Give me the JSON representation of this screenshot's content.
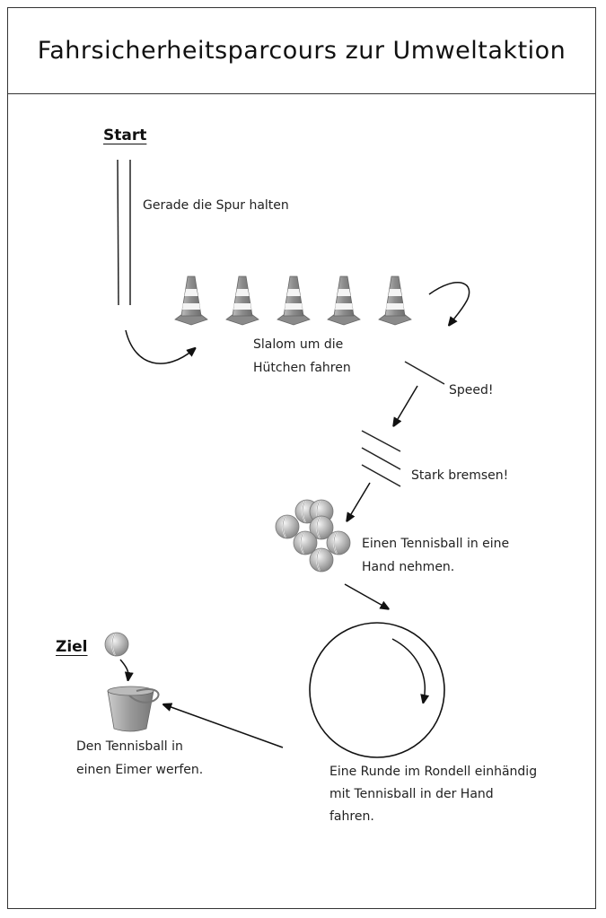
{
  "title": "Fahrsicherheitsparcours zur Umweltaktion",
  "start_label": "Start",
  "goal_label": "Ziel",
  "stations": {
    "lane": "Gerade die Spur halten",
    "slalom": [
      "Slalom um die",
      "Hütchen fahren"
    ],
    "speed": "Speed!",
    "brake": "Stark bremsen!",
    "tennisball": [
      "Einen Tennisball in eine",
      "Hand nehmen."
    ],
    "rondell": [
      "Eine Runde im Rondell einhändig",
      "mit Tennisball in der Hand",
      "fahren."
    ],
    "bucket": [
      "Den Tennisball in",
      "einen Eimer werfen."
    ]
  },
  "icons": [
    "traffic-cone-icon",
    "tennis-ball-icon",
    "bucket-icon",
    "arrow-icon"
  ],
  "colors": {
    "line": "#222222",
    "cone": "#9a9a9a",
    "ball": "#c8c8c8"
  }
}
